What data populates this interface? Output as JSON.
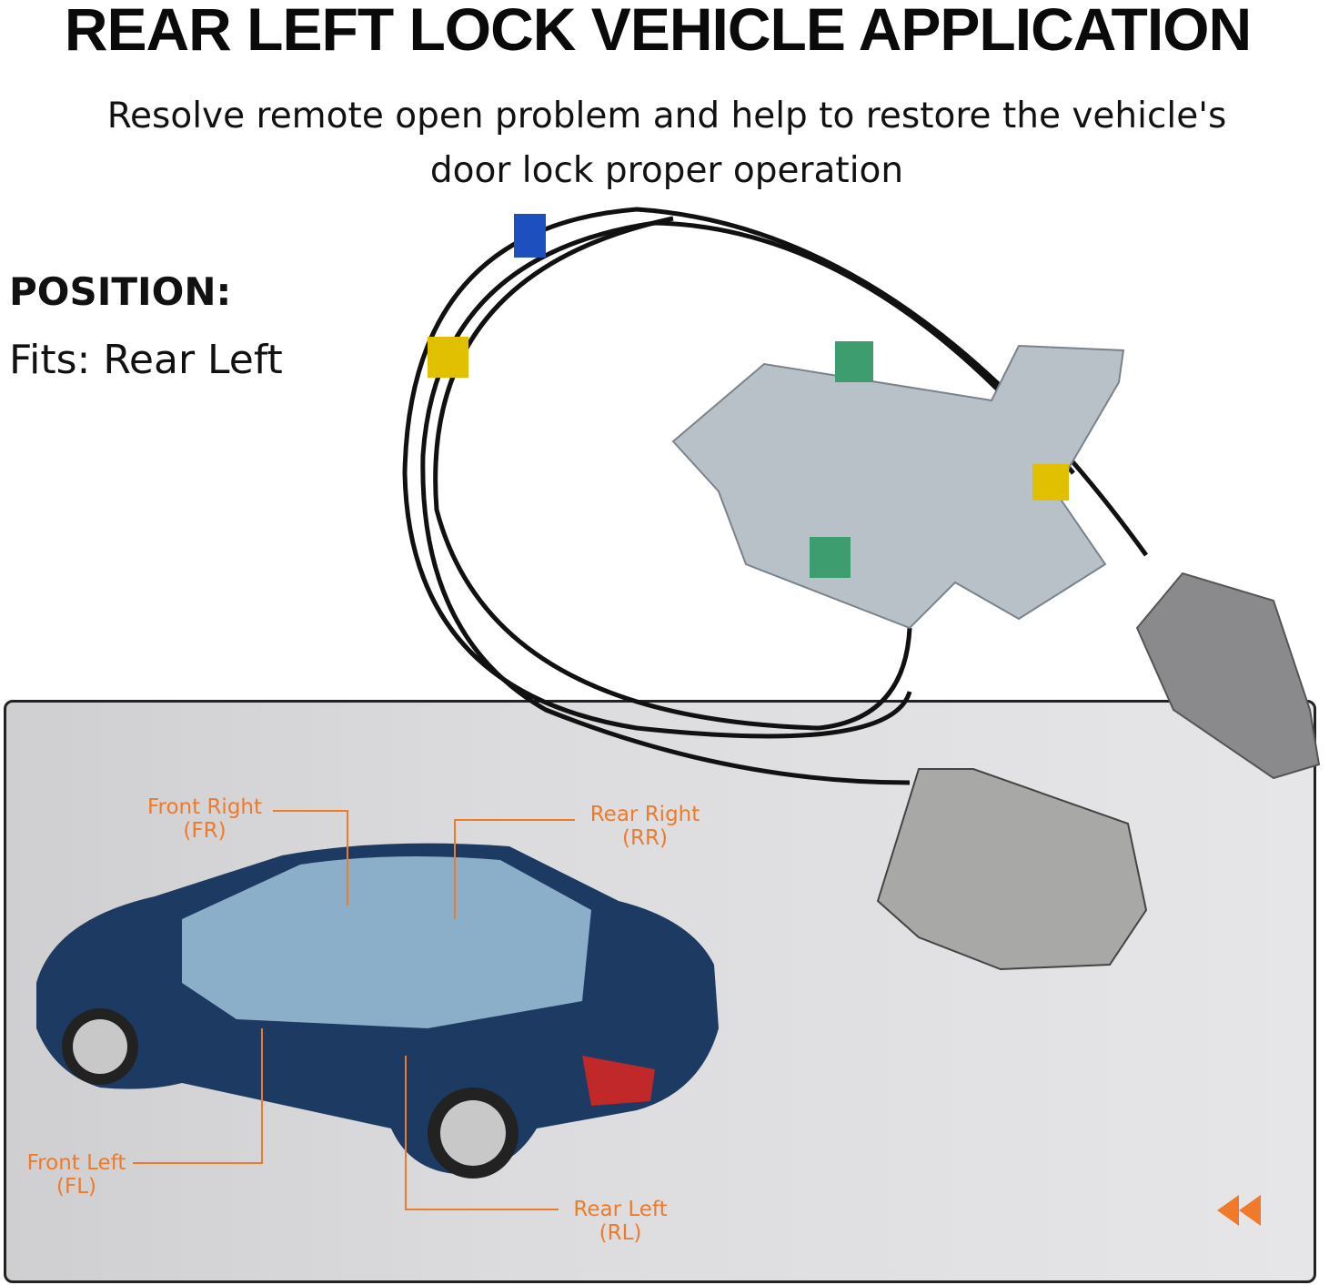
{
  "header": {
    "title": "REAR LEFT LOCK VEHICLE APPLICATION",
    "subtitle_line1": "Resolve remote open problem and help to restore the vehicle's",
    "subtitle_line2": "door lock proper operation"
  },
  "position": {
    "label": "POSITION:",
    "fits": "Fits: Rear Left"
  },
  "diagram": {
    "labels": [
      {
        "name": "Front Right",
        "code": "(FR)"
      },
      {
        "name": "Rear Right",
        "code": "(RR)"
      },
      {
        "name": "Front Left",
        "code": "(FL)"
      },
      {
        "name": "Rear Left",
        "code": "(RL)"
      }
    ],
    "accent_color": "#f07a2a",
    "nav_icon": "rewind-icon"
  }
}
